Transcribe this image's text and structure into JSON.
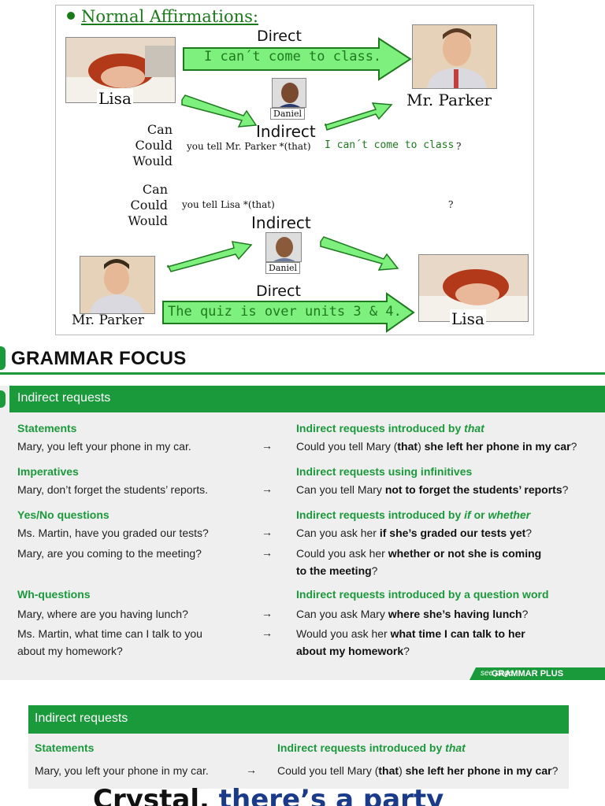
{
  "slide": {
    "title": "Normal Affirmations:",
    "top_direct_label": "Direct",
    "top_direct_sentence": "I can´t come to class.",
    "lisa_top": "Lisa",
    "daniel_top": "Daniel",
    "mr_parker_top": "Mr. Parker",
    "indirect_top": "Indirect",
    "modals_1": [
      "Can",
      "Could",
      "Would"
    ],
    "phrase_1": "you tell Mr. Parker *(that)",
    "phrase_1_green": "I can´t come to class",
    "qmark_1": "?",
    "modals_2": [
      "Can",
      "Could",
      "Would"
    ],
    "phrase_2": "you tell Lisa *(that)",
    "qmark_2": "?",
    "indirect_bottom": "Indirect",
    "daniel_bottom": "Daniel",
    "mr_parker_bottom": "Mr. Parker",
    "bottom_direct_label": "Direct",
    "bottom_direct_sentence": "The quiz is over units 3 & 4.",
    "lisa_bottom": "Lisa"
  },
  "grammar_focus": {
    "title": "GRAMMAR FOCUS",
    "box_title": "Indirect requests",
    "rows": [
      {
        "left_head": "Statements",
        "right_head_pre": "Indirect requests introduced by ",
        "right_head_it": "that",
        "right_head_post": "",
        "items": [
          {
            "left": "Mary, you left your phone in my car.",
            "arrow": "→",
            "r1": "Could you tell Mary (",
            "r1b": "that",
            "r2": ") ",
            "r2b": "she left her phone in my car",
            "r3": "?"
          }
        ]
      },
      {
        "left_head": "Imperatives",
        "right_head_pre": "Indirect requests using infinitives",
        "right_head_it": "",
        "right_head_post": "",
        "items": [
          {
            "left": "Mary, don’t forget the students’ reports.",
            "arrow": "→",
            "r1": "Can you tell Mary ",
            "r1b": "not to forget the students’ reports",
            "r2": "?",
            "r2b": "",
            "r3": ""
          }
        ]
      },
      {
        "left_head": "Yes/No questions",
        "right_head_pre": "Indirect requests introduced by ",
        "right_head_it": "if",
        "right_head_mid": " or ",
        "right_head_it2": "whether",
        "items": [
          {
            "left": "Ms. Martin, have you graded our tests?",
            "arrow": "→",
            "r1": "Can you ask her ",
            "r1b": "if she’s graded our tests yet",
            "r2": "?",
            "r2b": "",
            "r3": ""
          },
          {
            "left": "Mary, are you coming to the meeting?",
            "arrow": "→",
            "r1": "Could you ask her ",
            "r1b": "whether or not she is coming",
            "line2b": "to the meeting",
            "line2": "?"
          }
        ]
      },
      {
        "left_head": "Wh-questions",
        "right_head_pre": "Indirect requests introduced by a question word",
        "right_head_it": "",
        "right_head_post": "",
        "items": [
          {
            "left": "Mary, where are you having lunch?",
            "arrow": "→",
            "r1": "Can you ask Mary ",
            "r1b": "where she’s having lunch",
            "r2": "?",
            "r2b": "",
            "r3": ""
          },
          {
            "left": "Ms. Martin, what time can I talk to you",
            "left2": "about my homework?",
            "arrow": "→",
            "r1": "Would you ask her ",
            "r1b": "what time I can talk to her",
            "line2b": "about my homework",
            "line2": "?"
          }
        ]
      }
    ],
    "grammar_plus": "GRAMMAR PLUS",
    "grammar_plus_see": "see page"
  },
  "repeat": {
    "box_title": "Indirect requests",
    "left_head": "Statements",
    "right_head_pre": "Indirect requests introduced by ",
    "right_head_it": "that",
    "left": "Mary, you left your phone in my car.",
    "arrow": "→",
    "r1": "Could you tell Mary (",
    "r1b": "that",
    "r2": ") ",
    "r2b": "she left her phone in my car",
    "r3": "?"
  },
  "bottom_text": {
    "part1": "Crystal, ",
    "part2": "there’s a party"
  },
  "colors": {
    "green": "#1a9a3a",
    "light_green": "#7ef07e",
    "dark_green": "#1f7a1f",
    "panel_gray": "#efefef"
  }
}
